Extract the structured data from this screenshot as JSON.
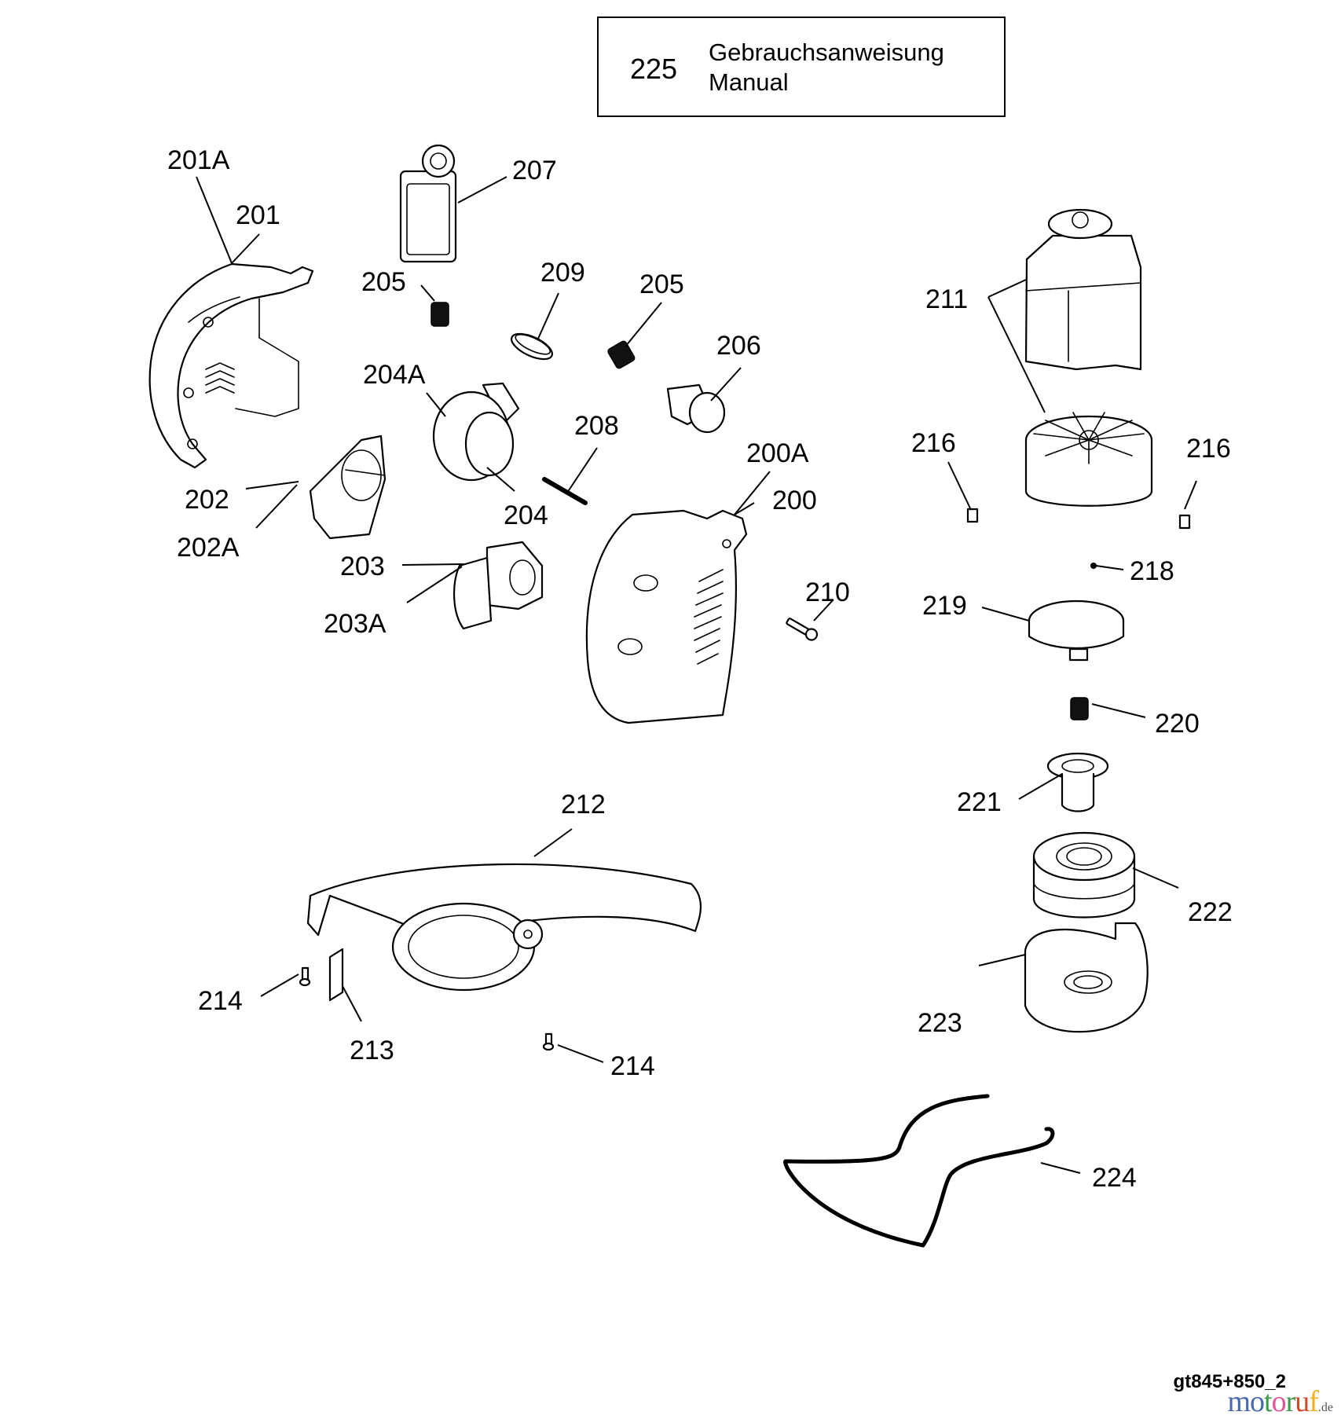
{
  "manual_box": {
    "part_number": "225",
    "label_de": "Gebrauchsanweisung",
    "label_en": "Manual"
  },
  "callouts": {
    "c200": "200",
    "c200A": "200A",
    "c201": "201",
    "c201A": "201A",
    "c202": "202",
    "c202A": "202A",
    "c203": "203",
    "c203A": "203A",
    "c204": "204",
    "c204A": "204A",
    "c205a": "205",
    "c205b": "205",
    "c206": "206",
    "c207": "207",
    "c208": "208",
    "c209": "209",
    "c210": "210",
    "c211": "211",
    "c212": "212",
    "c213": "213",
    "c214a": "214",
    "c214b": "214",
    "c216a": "216",
    "c216b": "216",
    "c218": "218",
    "c219": "219",
    "c220": "220",
    "c221": "221",
    "c222": "222",
    "c223": "223",
    "c224": "224"
  },
  "footer": {
    "diagram_code": "gt845+850_2",
    "watermark_letters": [
      "m",
      "o",
      "t",
      "o",
      "r",
      "u",
      "f"
    ],
    "watermark_tld": ".de",
    "watermark_colors": [
      "#4a6ab0",
      "#4a6ab0",
      "#3a9a4a",
      "#e0559a",
      "#3a9a4a",
      "#d04a2a",
      "#f0b020"
    ]
  }
}
